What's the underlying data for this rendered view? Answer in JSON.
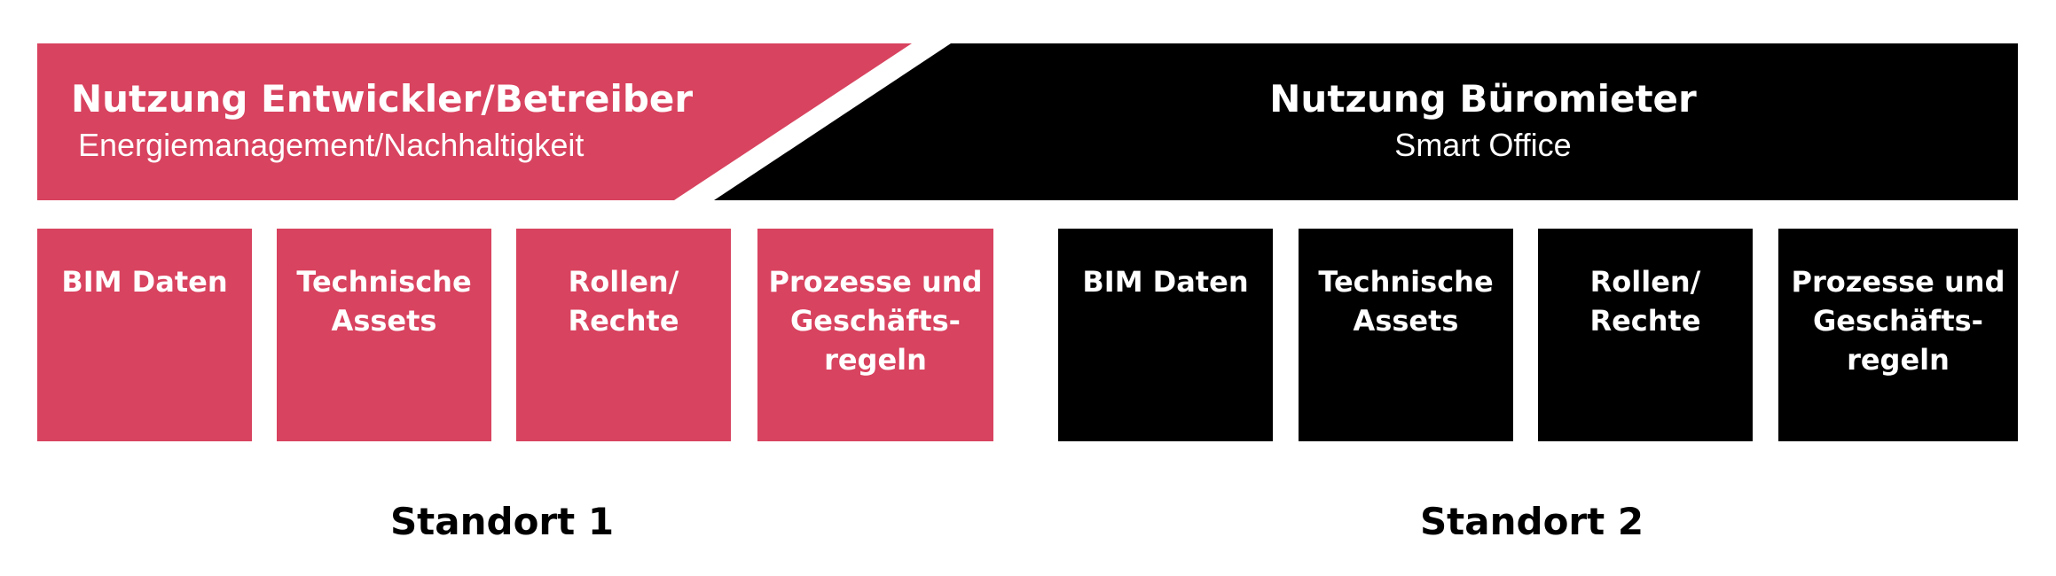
{
  "colors": {
    "accent": "#d8435f",
    "dark": "#000000",
    "text_on_color": "#ffffff"
  },
  "banner_left": {
    "title": "Nutzung Entwickler/Betreiber",
    "subtitle": "Energiemanagement/Nachhaltigkeit"
  },
  "banner_right": {
    "title": "Nutzung Büromieter",
    "subtitle": "Smart Office"
  },
  "standort_1": {
    "label": "Standort 1",
    "boxes": [
      {
        "label": "BIM Daten"
      },
      {
        "label": "Technische\nAssets"
      },
      {
        "label": "Rollen/\nRechte"
      },
      {
        "label": "Prozesse und\nGeschäfts-\nregeln"
      }
    ]
  },
  "standort_2": {
    "label": "Standort 2",
    "boxes": [
      {
        "label": "BIM Daten"
      },
      {
        "label": "Technische\nAssets"
      },
      {
        "label": "Rollen/\nRechte"
      },
      {
        "label": "Prozesse und\nGeschäfts-\nregeln"
      }
    ]
  }
}
